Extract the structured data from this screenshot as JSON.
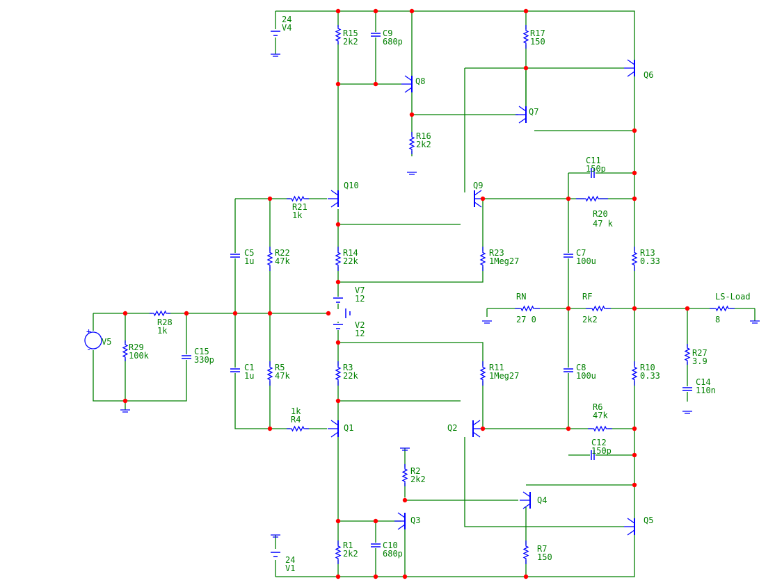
{
  "colors": {
    "wire": "#008000",
    "component": "#0000ff",
    "label": "#008000",
    "node": "#ff0000"
  },
  "sources": [
    {
      "name": "V4",
      "value": "24"
    },
    {
      "name": "V1",
      "value": "24"
    },
    {
      "name": "V7",
      "value": "12"
    },
    {
      "name": "V2",
      "value": "12"
    },
    {
      "name": "V5",
      "value": ""
    }
  ],
  "resistors": [
    {
      "name": "R15",
      "value": "2k2"
    },
    {
      "name": "R17",
      "value": "150"
    },
    {
      "name": "R16",
      "value": "2k2"
    },
    {
      "name": "R21",
      "value": "1k"
    },
    {
      "name": "R22",
      "value": "47k"
    },
    {
      "name": "R14",
      "value": "22k"
    },
    {
      "name": "R23",
      "value": "1Meg27"
    },
    {
      "name": "R20",
      "value": "47 k"
    },
    {
      "name": "R13",
      "value": "0.33"
    },
    {
      "name": "RN",
      "value": "27 0"
    },
    {
      "name": "RF",
      "value": "2k2"
    },
    {
      "name": "LS-Load",
      "value": "8"
    },
    {
      "name": "R28",
      "value": "1k"
    },
    {
      "name": "R29",
      "value": "100k"
    },
    {
      "name": "R5",
      "value": "47k"
    },
    {
      "name": "R3",
      "value": "22k"
    },
    {
      "name": "R11",
      "value": "1Meg27"
    },
    {
      "name": "R10",
      "value": "0.33"
    },
    {
      "name": "R27",
      "value": "3.9"
    },
    {
      "name": "R4",
      "value": "1k"
    },
    {
      "name": "R6",
      "value": "47k"
    },
    {
      "name": "R2",
      "value": "2k2"
    },
    {
      "name": "R7",
      "value": "150"
    },
    {
      "name": "R1",
      "value": "2k2"
    }
  ],
  "capacitors": [
    {
      "name": "C9",
      "value": "680p"
    },
    {
      "name": "C11",
      "value": "150p"
    },
    {
      "name": "C5",
      "value": "1u"
    },
    {
      "name": "C7",
      "value": "100u"
    },
    {
      "name": "C15",
      "value": "330p"
    },
    {
      "name": "C1",
      "value": "1u"
    },
    {
      "name": "C8",
      "value": "100u"
    },
    {
      "name": "C14",
      "value": "110n"
    },
    {
      "name": "C12",
      "value": "150p"
    },
    {
      "name": "C10",
      "value": "680p"
    }
  ],
  "transistors": [
    {
      "name": "Q8"
    },
    {
      "name": "Q6"
    },
    {
      "name": "Q7"
    },
    {
      "name": "Q10"
    },
    {
      "name": "Q9"
    },
    {
      "name": "Q1"
    },
    {
      "name": "Q2"
    },
    {
      "name": "Q4"
    },
    {
      "name": "Q3"
    },
    {
      "name": "Q5"
    }
  ]
}
